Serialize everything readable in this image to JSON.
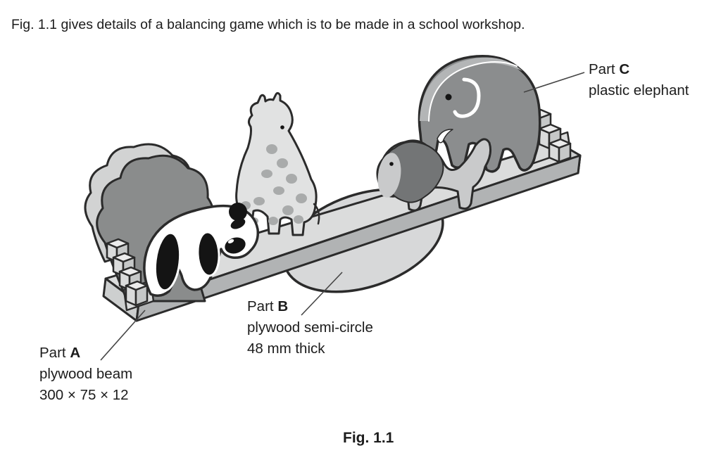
{
  "page": {
    "intro": "Fig. 1.1 gives details of a balancing game which is to be made in a school workshop.",
    "caption": "Fig. 1.1"
  },
  "labels": {
    "part_a": {
      "prefix": "Part",
      "letter": "A",
      "desc1": "plywood beam",
      "desc2": "300 × 75 × 12"
    },
    "part_b": {
      "prefix": "Part",
      "letter": "B",
      "desc1": "plywood semi-circle",
      "desc2": "48 mm thick"
    },
    "part_c": {
      "prefix": "Part",
      "letter": "C",
      "desc1": "plastic elephant"
    }
  },
  "figure": {
    "elements": [
      "plywood beam",
      "plywood semi-circle fulcrum",
      "stepped end stop left",
      "stepped end stop right",
      "tree",
      "panda",
      "giraffe",
      "lion",
      "plastic elephant"
    ]
  },
  "colors": {
    "outline": "#2b2b2b",
    "leader": "#454545",
    "white": "#ffffff",
    "ink": "#141414",
    "beam_top": "#dbdcdc",
    "beam_front": "#b1b3b4",
    "beam_end": "#cdcfcf",
    "semicircle": "#d7d8d9",
    "step_face": "#dadbdb",
    "step_top": "#ececec",
    "step_side": "#c6c8c8",
    "tree_back": "#d2d3d3",
    "tree_front": "#8a8c8c",
    "giraffe_body": "#e1e2e2",
    "giraffe_spot": "#a9abab",
    "lion_body": "#c9cacb",
    "lion_mane": "#737576",
    "elephant_body": "#8b8d8e",
    "elephant_rim": "#b3b5b6"
  }
}
